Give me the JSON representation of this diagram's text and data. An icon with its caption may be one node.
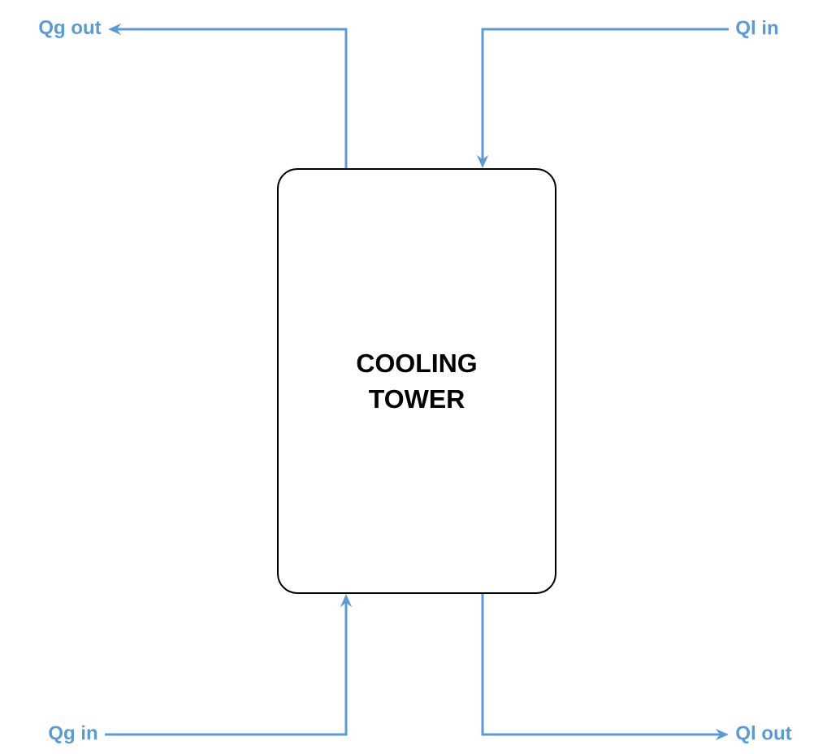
{
  "diagram": {
    "nodes": [
      {
        "text": [
          "COOLING TOWER"
        ]
      },
      {
        "text": [
          "Qg out"
        ]
      },
      {
        "text": [
          "Ql in"
        ]
      },
      {
        "text": [
          "Qg in"
        ]
      },
      {
        "text": [
          "Ql out"
        ]
      }
    ],
    "edges": [
      {
        "from": 0,
        "to": 1,
        "arrow": "to"
      },
      {
        "from": 2,
        "to": 0,
        "arrow": "to"
      },
      {
        "from": 3,
        "to": 0,
        "arrow": "to"
      },
      {
        "from": 0,
        "to": 4,
        "arrow": "to"
      }
    ]
  }
}
